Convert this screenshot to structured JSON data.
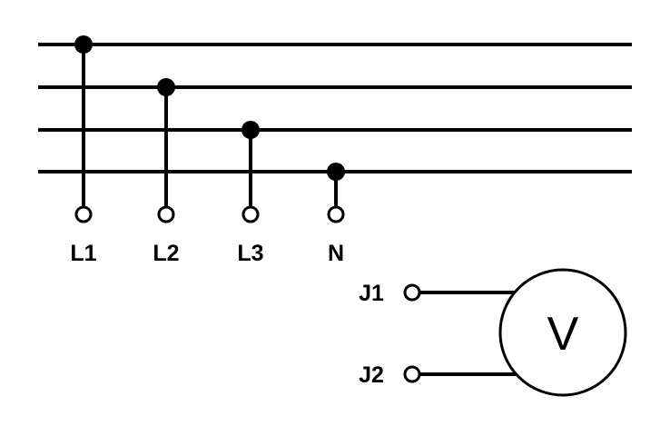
{
  "diagram": {
    "supply_terminals": [
      {
        "label": "L1"
      },
      {
        "label": "L2"
      },
      {
        "label": "L3"
      },
      {
        "label": "N"
      }
    ],
    "meter_terminals": [
      {
        "label": "J1"
      },
      {
        "label": "J2"
      }
    ],
    "meter": {
      "symbol": "V"
    }
  }
}
